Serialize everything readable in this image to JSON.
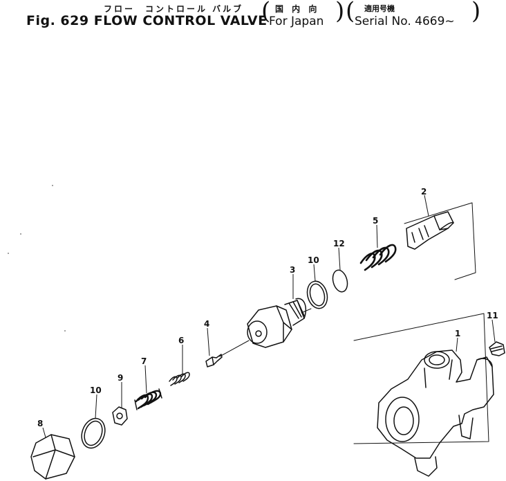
{
  "header": {
    "jp_title": "フロー　コントロール バルブ",
    "jp_domestic": "国 内 向",
    "jp_serial": "適用号機",
    "title_main": "Fig. 629 FLOW CONTROL VALVE",
    "for_japan": "For Japan",
    "serial": "Serial No. 4669~"
  },
  "parts": [
    {
      "id": "1",
      "label": "1"
    },
    {
      "id": "2",
      "label": "2"
    },
    {
      "id": "3",
      "label": "3"
    },
    {
      "id": "4",
      "label": "4"
    },
    {
      "id": "5",
      "label": "5"
    },
    {
      "id": "6",
      "label": "6"
    },
    {
      "id": "7",
      "label": "7"
    },
    {
      "id": "8",
      "label": "8"
    },
    {
      "id": "9",
      "label": "9"
    },
    {
      "id": "10a",
      "label": "10"
    },
    {
      "id": "10b",
      "label": "10"
    },
    {
      "id": "11",
      "label": "11"
    },
    {
      "id": "12",
      "label": "12"
    }
  ]
}
